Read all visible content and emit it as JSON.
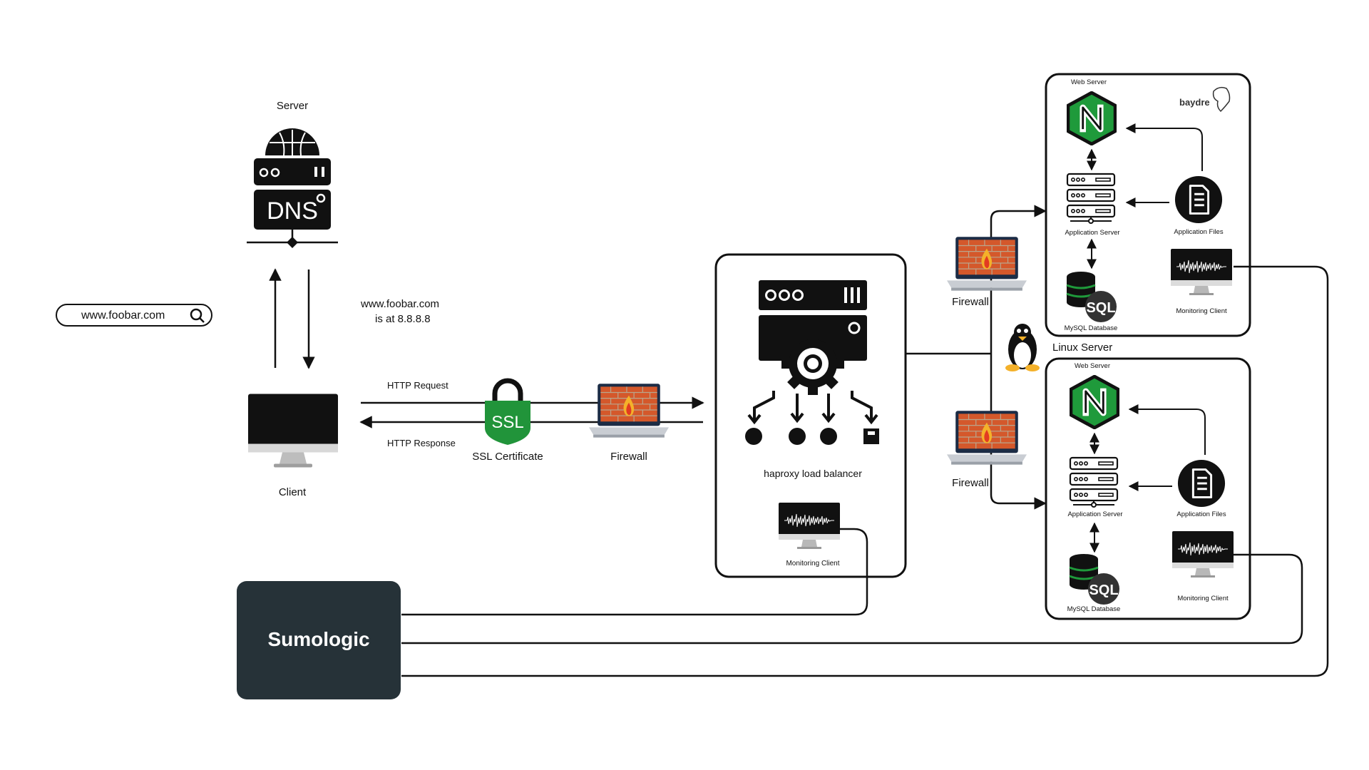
{
  "search": {
    "text": "www.foobar.com"
  },
  "dns": {
    "title": "Server",
    "icon_text": "DNS"
  },
  "client": {
    "label": "Client"
  },
  "dns_answer": {
    "line1": "www.foobar.com",
    "line2": "is at  8.8.8.8"
  },
  "http": {
    "request": "HTTP Request",
    "response": "HTTP Response"
  },
  "ssl": {
    "icon_text": "SSL",
    "label": "SSL Certificate"
  },
  "firewall_left": {
    "label": "Firewall"
  },
  "load_balancer": {
    "label": "haproxy load balancer",
    "monitor_label": "Monitoring Client"
  },
  "firewall_top": {
    "label": "Firewall"
  },
  "firewall_bottom": {
    "label": "Firewall"
  },
  "linux": {
    "label": "Linux Server"
  },
  "server_top": {
    "title": "Web Server",
    "app_server": "Application Server",
    "app_files": "Application Files",
    "db_text": "SQL",
    "db": "MySQL Database",
    "monitor": "Monitoring Client"
  },
  "server_bottom": {
    "title": "Web Server",
    "app_server": "Application Server",
    "app_files": "Application Files",
    "db_text": "SQL",
    "db": "MySQL Database",
    "monitor": "Monitoring Client"
  },
  "brand": {
    "text": "baydre"
  },
  "sumologic": {
    "label": "Sumologic"
  },
  "colors": {
    "nginx_green": "#1f9a3b",
    "ssl_green": "#21943a",
    "dark_panel": "#263238",
    "firewall_orange": "#e1692c"
  }
}
